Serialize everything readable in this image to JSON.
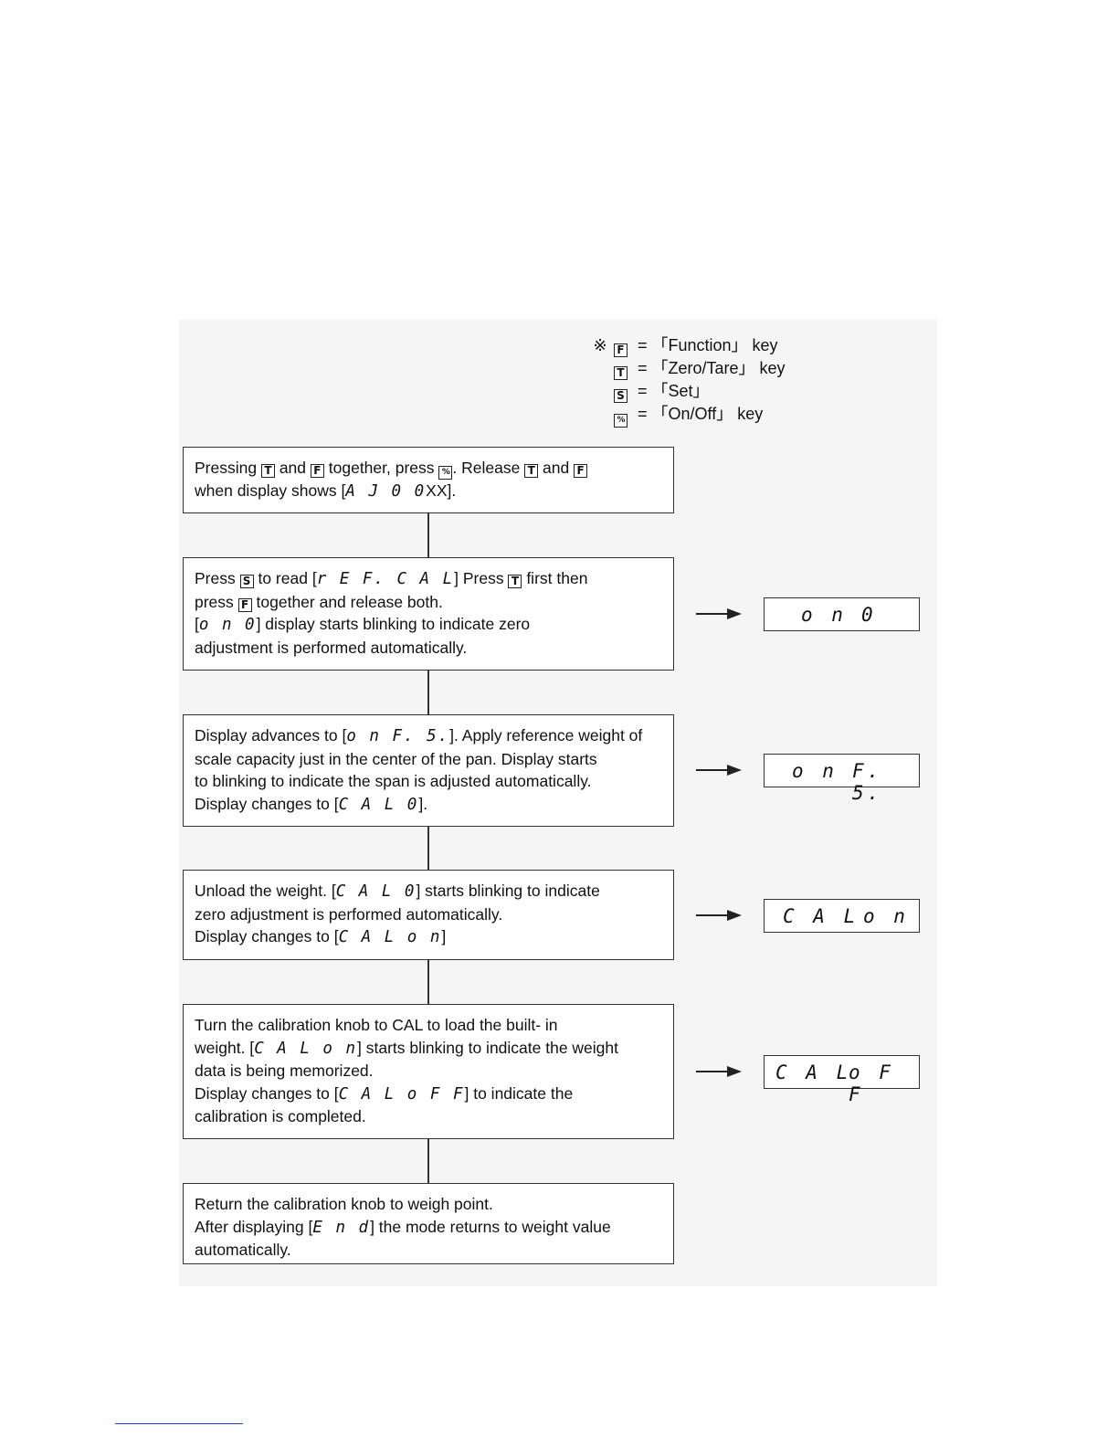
{
  "legend": {
    "mark": "※",
    "rows": [
      {
        "key": "F",
        "text": "= 「Function」 key"
      },
      {
        "key": "T",
        "text": "= 「Zero/Tare」 key"
      },
      {
        "key": "S",
        "text": "= 「Set」"
      },
      {
        "key": "%",
        "text": "= 「On/Off」 key"
      }
    ]
  },
  "steps": [
    {
      "lines": [
        [
          "Pressing ",
          "[T]",
          " and ",
          "[F]",
          " together, press ",
          "[%]",
          ". Release ",
          "[T]",
          " and ",
          "[F]"
        ],
        [
          "when display shows [",
          "{A J 0 0}",
          "XX]."
        ]
      ]
    },
    {
      "lines": [
        [
          "Press ",
          "[S]",
          " to read [",
          "{r E F. C A L}",
          "] Press ",
          "[T]",
          " first then"
        ],
        [
          "press ",
          "[F]",
          " together and release both."
        ],
        [
          "[",
          "{o n  0}",
          "] display starts blinking to indicate zero"
        ],
        [
          "adjustment is performed automatically."
        ]
      ],
      "display": {
        "left": "o n",
        "right": "0"
      }
    },
    {
      "lines": [
        [
          "Display advances to [",
          "{o n F. 5.}",
          "]. Apply reference weight of"
        ],
        [
          "scale capacity just in the center of the pan. Display starts"
        ],
        [
          "to blinking to indicate the span is adjusted automatically."
        ],
        [
          "Display changes to [",
          "{C A L  0}",
          "]."
        ]
      ],
      "display": {
        "left": "o n",
        "right": "F. 5."
      }
    },
    {
      "lines": [
        [
          "Unload the weight. [",
          "{C A L  0}",
          "] starts blinking to indicate"
        ],
        [
          "zero adjustment is performed automatically."
        ],
        [
          "Display changes to [",
          "{C A L  o n}",
          "]"
        ]
      ],
      "display": {
        "left": "C A L",
        "right": "o n"
      }
    },
    {
      "lines": [
        [
          "Turn the calibration knob to CAL to load the built- in"
        ],
        [
          "weight. [",
          "{C A L  o n}",
          "] starts blinking to indicate the weight"
        ],
        [
          "data is being memorized."
        ],
        [
          "Display changes to [",
          "{C A L  o F F}",
          "] to indicate the"
        ],
        [
          "calibration is completed."
        ]
      ],
      "display": {
        "left": "C A L",
        "right": "o F F"
      }
    },
    {
      "lines": [
        [
          "Return the calibration knob to weigh point."
        ],
        [
          "After displaying [",
          "{E n d}",
          "] the mode returns to weight value"
        ],
        [
          "automatically."
        ]
      ]
    }
  ]
}
